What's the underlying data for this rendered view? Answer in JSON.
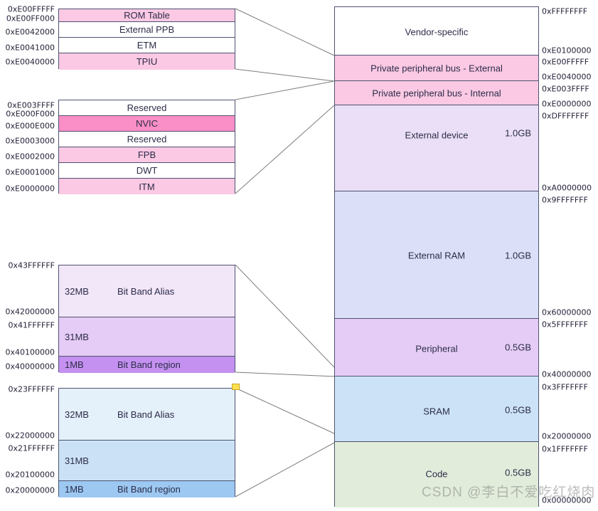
{
  "watermark": "CSDN @李白不爱吃红烧肉",
  "palette": {
    "pink": "#FBC9E4",
    "hot_pink": "#F98FC6",
    "white": "#FFFFFF",
    "bitband_alias_purple": "#F2E6F9",
    "bitband_mid_purple": "#E5CCF6",
    "bitband_region_purple": "#C591F0",
    "bitband_alias_blue": "#E4F0FA",
    "bitband_mid_blue": "#CBE2F6",
    "bitband_region_blue": "#9CC8F2",
    "external_device": "#EADFF6",
    "external_ram": "#DBDFF7",
    "sram": "#CCE2F7",
    "code": "#E2ECDA",
    "connector_line": "#7D7D7D",
    "handle_yellow": "#FFE14D"
  },
  "left_blocks": [
    {
      "name": "ppb-external-detail",
      "addresses": [
        "0xE00FFFFF",
        "0xE00FF000",
        "0xE0042000",
        "0xE0041000",
        "0xE0040000"
      ],
      "rows": [
        {
          "label": "ROM Table"
        },
        {
          "label": "External PPB"
        },
        {
          "label": "ETM"
        },
        {
          "label": "TPIU"
        }
      ]
    },
    {
      "name": "ppb-internal-detail",
      "addresses": [
        "0xE003FFFF",
        "0xE000F000",
        "0xE000E000",
        "0xE0003000",
        "0xE0002000",
        "0xE0001000",
        "0xE0000000"
      ],
      "rows": [
        {
          "label": "Reserved"
        },
        {
          "label": "NVIC"
        },
        {
          "label": "Reserved"
        },
        {
          "label": "FPB"
        },
        {
          "label": "DWT"
        },
        {
          "label": "ITM"
        }
      ]
    },
    {
      "name": "peripheral-bitband-detail",
      "addresses": [
        "0x43FFFFFF",
        "0x42000000",
        "0x41FFFFFF",
        "0x40100000",
        "0x40000000"
      ],
      "rows": [
        {
          "size": "32MB",
          "label": "Bit Band Alias"
        },
        {
          "size": "31MB",
          "label": ""
        },
        {
          "size": "1MB",
          "label": "Bit Band region"
        }
      ]
    },
    {
      "name": "sram-bitband-detail",
      "addresses": [
        "0x23FFFFFF",
        "0x22000000",
        "0x21FFFFFF",
        "0x20100000",
        "0x20000000"
      ],
      "rows": [
        {
          "size": "32MB",
          "label": "Bit Band Alias"
        },
        {
          "size": "31MB",
          "label": ""
        },
        {
          "size": "1MB",
          "label": "Bit Band region"
        }
      ]
    }
  ],
  "memory_map": {
    "regions": [
      {
        "label": "Vendor-specific",
        "size": ""
      },
      {
        "label": "Private peripheral bus - External",
        "size": ""
      },
      {
        "label": "Private peripheral bus - Internal",
        "size": ""
      },
      {
        "label": "External device",
        "size": "1.0GB"
      },
      {
        "label": "External RAM",
        "size": "1.0GB"
      },
      {
        "label": "Peripheral",
        "size": "0.5GB"
      },
      {
        "label": "SRAM",
        "size": "0.5GB"
      },
      {
        "label": "Code",
        "size": "0.5GB"
      }
    ],
    "addresses": [
      "0xFFFFFFFF",
      "0xE0100000",
      "0xE00FFFFF",
      "0xE0040000",
      "0xE003FFFF",
      "0xE0000000",
      "0xDFFFFFFF",
      "0xA0000000",
      "0x9FFFFFFF",
      "0x60000000",
      "0x5FFFFFFF",
      "0x40000000",
      "0x3FFFFFFF",
      "0x20000000",
      "0x1FFFFFFF",
      "0x00000000"
    ]
  }
}
